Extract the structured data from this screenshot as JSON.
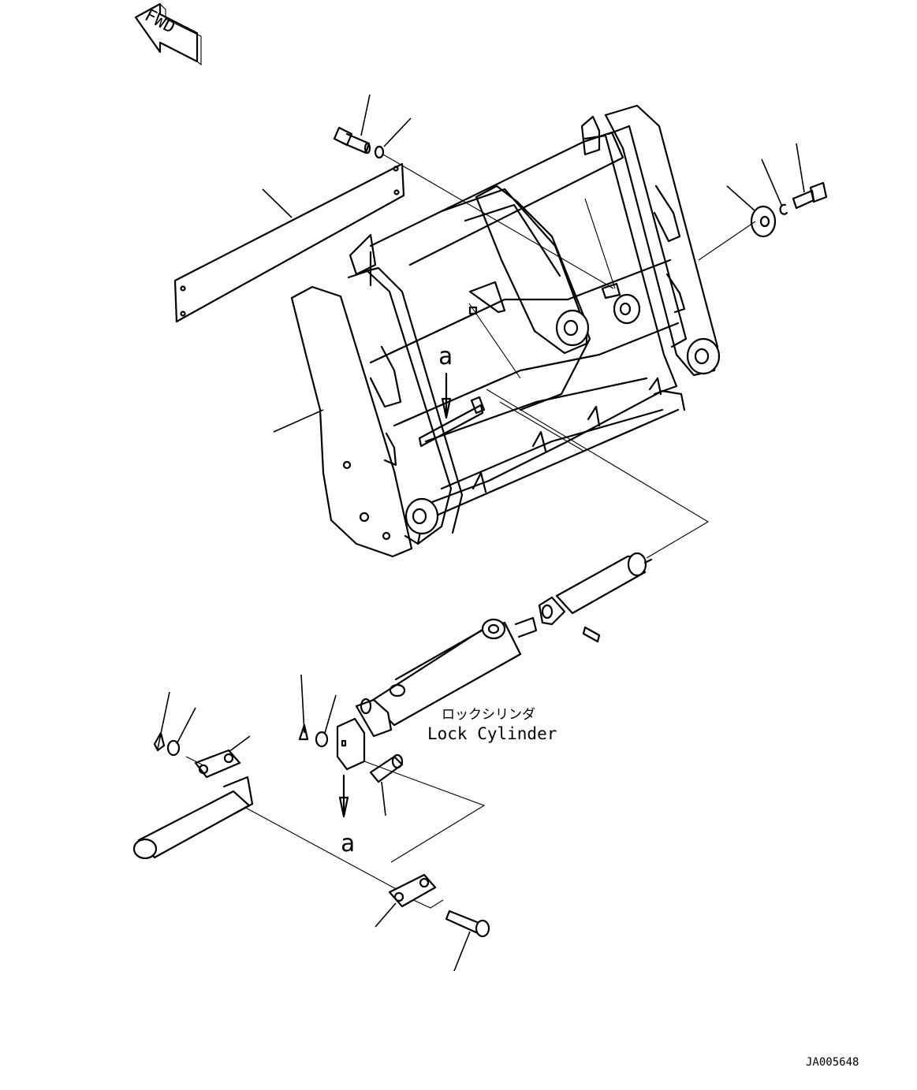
{
  "direction_marker": {
    "text": "FWD"
  },
  "view_marker": {
    "top": "a",
    "bottom": "a"
  },
  "callout": {
    "jp": "ロックシリンダ",
    "en": "Lock Cylinder"
  },
  "drawing_number": "JA005648"
}
